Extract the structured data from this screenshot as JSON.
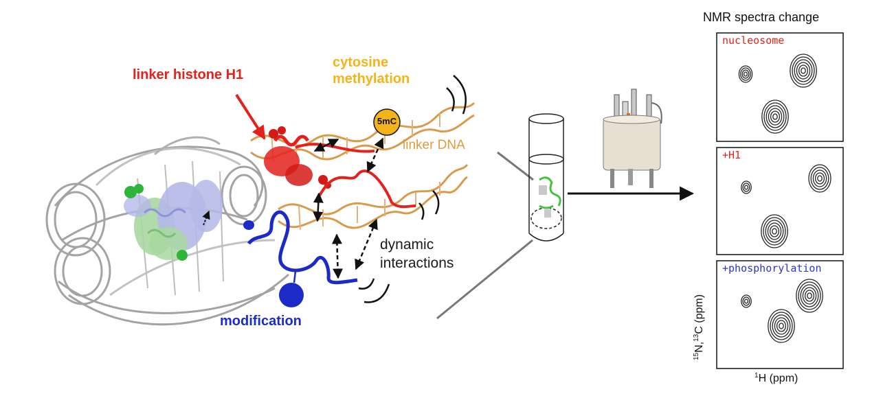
{
  "labels": {
    "linker_histone": "linker histone H1",
    "cytosine_line1": "cytosine",
    "cytosine_line2": "methylation",
    "five_mc": "5mC",
    "linker_dna": "linker DNA",
    "dynamic_line1": "dynamic",
    "dynamic_line2": "interactions",
    "modification": "modification"
  },
  "nmr": {
    "title": "NMR spectra change",
    "panels": [
      {
        "label": "nucleosome",
        "color": "#e4211c"
      },
      {
        "label": "+H1",
        "color": "#e4211c"
      },
      {
        "label": "+phosphorylation",
        "color": "#2b36c0"
      }
    ],
    "x_axis_sup": "1",
    "x_axis_text": "H (ppm)",
    "y_axis_sup1": "15",
    "y_axis_mid": "N,",
    "y_axis_sup2": "13",
    "y_axis_text": "C (ppm)"
  },
  "colors": {
    "h1_red": "#e4211c",
    "methylation_gold": "#f3b41a",
    "dna_orange": "#d99a4a",
    "modification_blue": "#1c2bc8",
    "nucleosome_gray": "#9a9a9a",
    "histone_lavender": "#b4b8e8",
    "histone_green": "#a8d8a0"
  }
}
